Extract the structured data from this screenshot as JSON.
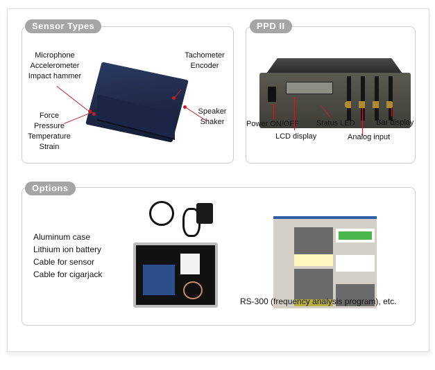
{
  "sensor_types": {
    "title": "Sensor Types",
    "labels_left_top": [
      "Microphone",
      "Accelerometer",
      "Impact hammer"
    ],
    "labels_left_bottom": [
      "Force",
      "Pressure",
      "Temperature",
      "Strain"
    ],
    "labels_right_top": [
      "Tachometer",
      "Encoder"
    ],
    "labels_right_bottom": [
      "Speaker",
      "Shaker"
    ]
  },
  "ppd": {
    "title": "PPD II",
    "labels": {
      "power": "Power ON/OFF",
      "lcd": "LCD display",
      "status": "Status LED",
      "analog": "Analog input",
      "bar": "Bar display"
    }
  },
  "options": {
    "title": "Options",
    "items": [
      "Aluminum case",
      "Lithium ion battery",
      "Cable for sensor",
      "Cable for cigarjack"
    ],
    "software_caption": "RS-300 (frequency analysis program), etc."
  },
  "colors": {
    "tab": "#a5a5a5",
    "pointer": "#c0202a",
    "device": "#1e2a4a"
  }
}
